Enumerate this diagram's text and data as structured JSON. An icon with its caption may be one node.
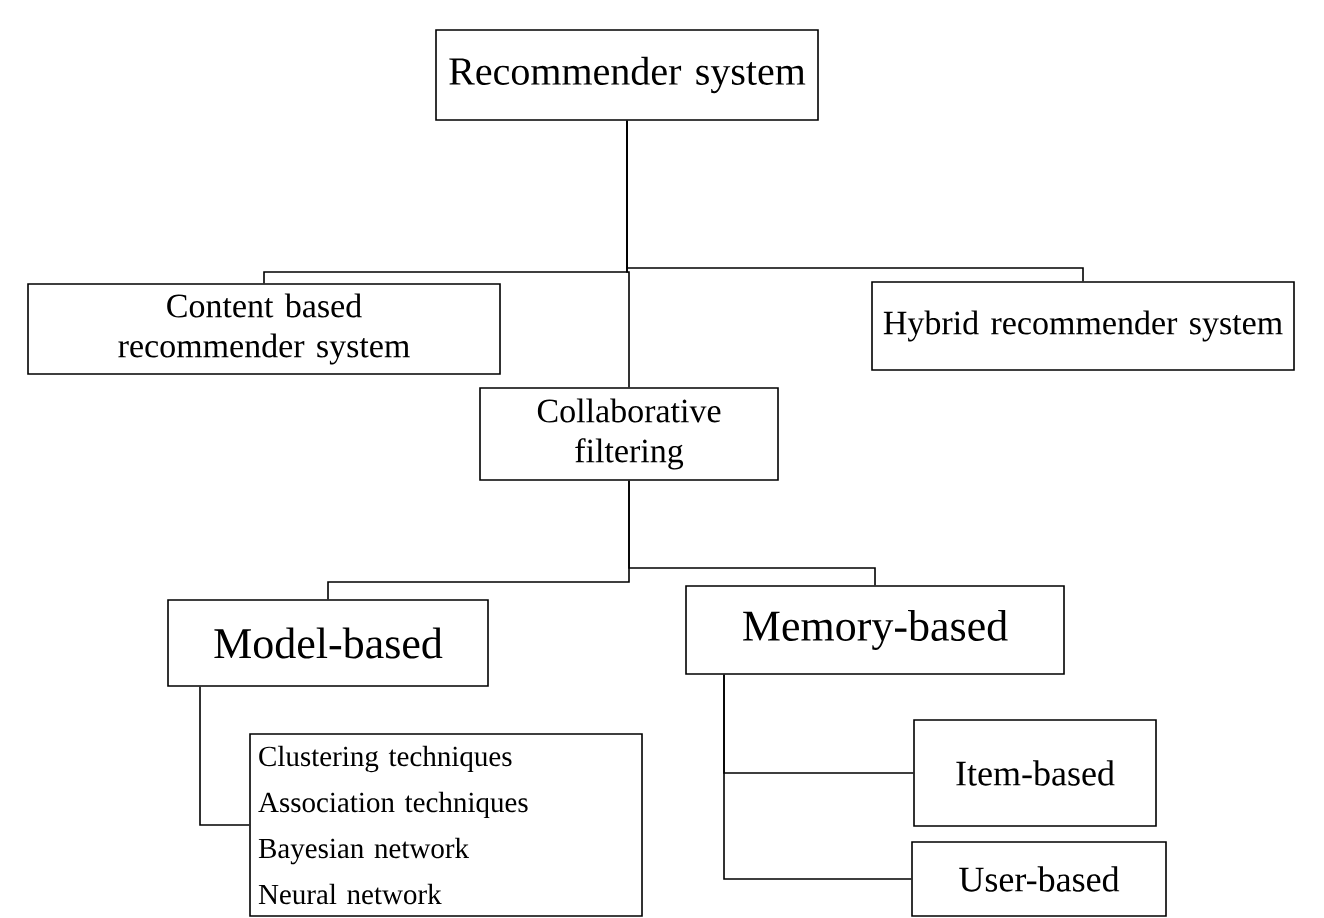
{
  "diagram": {
    "nodes": [
      {
        "text": [
          "Recommender system"
        ]
      },
      {
        "text": [
          "Content based recommender system"
        ]
      },
      {
        "text": [
          "Hybrid recommender system"
        ]
      },
      {
        "text": [
          "Collaborative filtering"
        ]
      },
      {
        "text": [
          "Model-based"
        ]
      },
      {
        "text": [
          "Memory-based"
        ]
      },
      {
        "text": [
          "Clustering techniques",
          "Association techniques",
          "Bayesian network",
          "Neural network"
        ]
      },
      {
        "text": [
          "Item-based"
        ]
      },
      {
        "text": [
          "User-based"
        ]
      }
    ],
    "edges": [
      {
        "from": 0,
        "to": 1,
        "arrow": "none"
      },
      {
        "from": 0,
        "to": 3,
        "arrow": "none"
      },
      {
        "from": 0,
        "to": 2,
        "arrow": "none"
      },
      {
        "from": 3,
        "to": 4,
        "arrow": "none"
      },
      {
        "from": 3,
        "to": 5,
        "arrow": "none"
      },
      {
        "from": 4,
        "to": 6,
        "arrow": "none"
      },
      {
        "from": 5,
        "to": 7,
        "arrow": "none"
      },
      {
        "from": 5,
        "to": 8,
        "arrow": "none"
      }
    ]
  }
}
